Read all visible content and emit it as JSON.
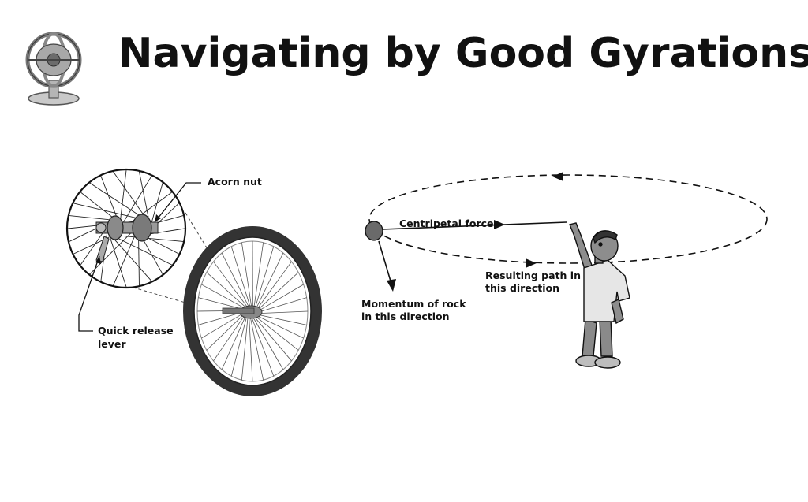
{
  "header": {
    "title": "Navigating by Good Gyrations",
    "icon": "gyroscope-icon"
  },
  "wheel_diagram": {
    "labels": {
      "acorn_nut": "Acorn nut",
      "quick_release_line1": "Quick release",
      "quick_release_line2": "lever"
    }
  },
  "sling_diagram": {
    "labels": {
      "centripetal_force": "Centripetal force",
      "resulting_path_line1": "Resulting path in",
      "resulting_path_line2": "this direction",
      "momentum_line1": "Momentum of rock",
      "momentum_line2": "in this direction"
    }
  },
  "colors": {
    "ink": "#111111",
    "tire": "#3a3a3a",
    "gray_fill": "#9a9a9a",
    "rim": "#cfcfcf"
  }
}
